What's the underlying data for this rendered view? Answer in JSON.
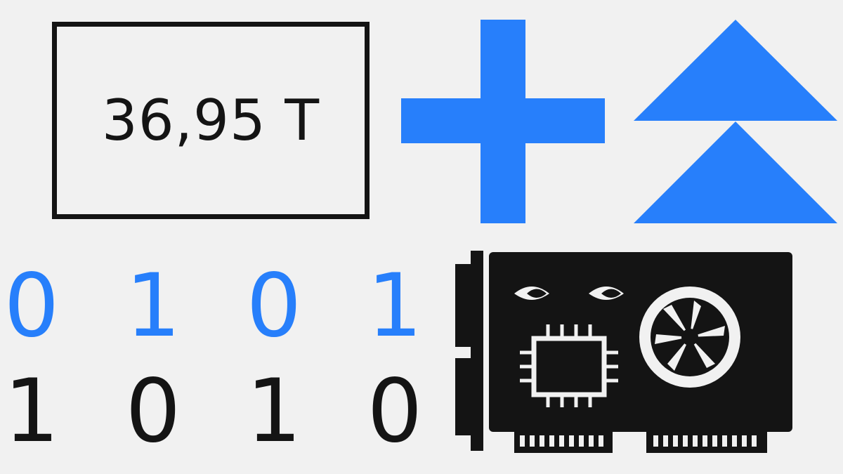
{
  "value_box": {
    "text": "36,95 T"
  },
  "bits": {
    "top_row": [
      "0",
      "1",
      "0",
      "1"
    ],
    "bottom_row": [
      "1",
      "0",
      "1",
      "0"
    ]
  },
  "icons": {
    "plus": "plus-icon",
    "double_up": "double-chevron-up-icon",
    "gpu": "graphics-card-icon"
  },
  "colors": {
    "accent": "#277ffb",
    "ink": "#141414",
    "background": "#f1f1f1"
  }
}
